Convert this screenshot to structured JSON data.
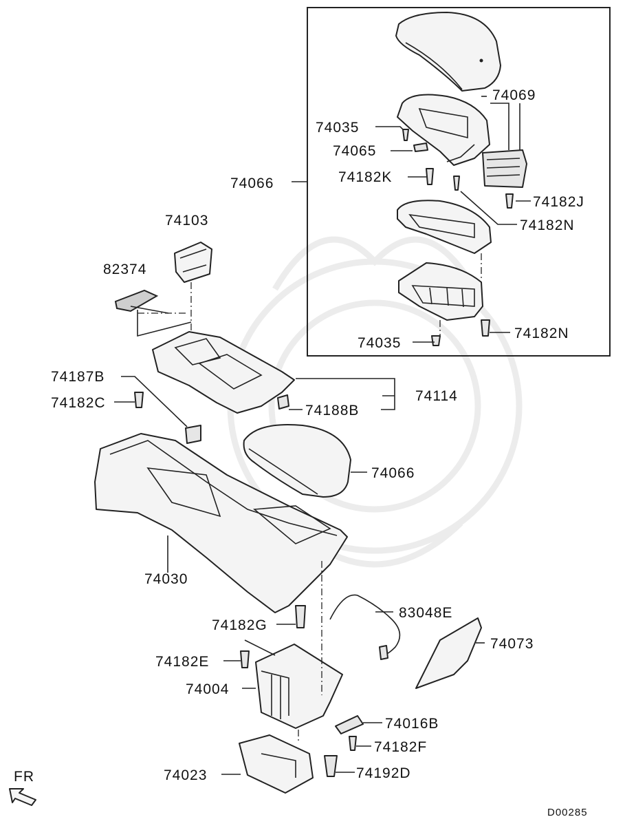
{
  "diagram": {
    "code": "D00285",
    "direction_label": "FR",
    "callouts": [
      {
        "id": "74069",
        "text": "74069"
      },
      {
        "id": "74035a",
        "text": "74035"
      },
      {
        "id": "74065",
        "text": "74065"
      },
      {
        "id": "74182K",
        "text": "74182K"
      },
      {
        "id": "74066a",
        "text": "74066"
      },
      {
        "id": "74182J",
        "text": "74182J"
      },
      {
        "id": "74182Na",
        "text": "74182N"
      },
      {
        "id": "74103",
        "text": "74103"
      },
      {
        "id": "82374",
        "text": "82374"
      },
      {
        "id": "74182Nb",
        "text": "74182N"
      },
      {
        "id": "74035b",
        "text": "74035"
      },
      {
        "id": "74187B",
        "text": "74187B"
      },
      {
        "id": "74114",
        "text": "74114"
      },
      {
        "id": "74182C",
        "text": "74182C"
      },
      {
        "id": "74188B",
        "text": "74188B"
      },
      {
        "id": "74066b",
        "text": "74066"
      },
      {
        "id": "74030",
        "text": "74030"
      },
      {
        "id": "83048E",
        "text": "83048E"
      },
      {
        "id": "74182G",
        "text": "74182G"
      },
      {
        "id": "74073",
        "text": "74073"
      },
      {
        "id": "74182E",
        "text": "74182E"
      },
      {
        "id": "74004",
        "text": "74004"
      },
      {
        "id": "74016B",
        "text": "74016B"
      },
      {
        "id": "74182F",
        "text": "74182F"
      },
      {
        "id": "74023",
        "text": "74023"
      },
      {
        "id": "74192D",
        "text": "74192D"
      }
    ]
  }
}
